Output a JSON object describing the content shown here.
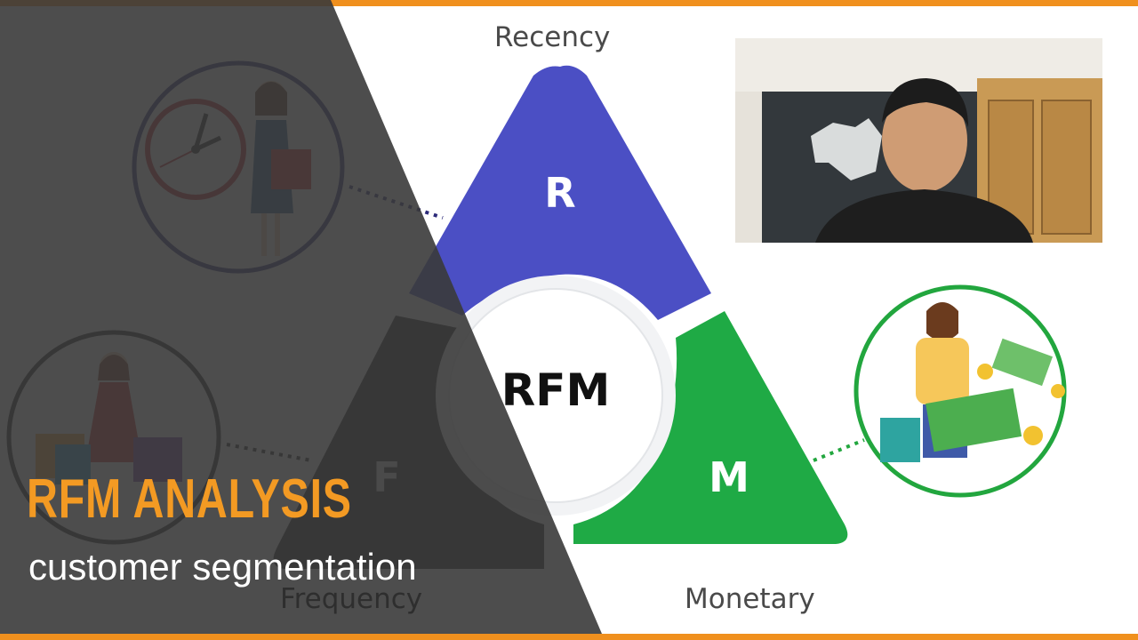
{
  "slide": {
    "segments": {
      "r": {
        "letter": "R",
        "label": "Recency",
        "color": "#4b4fc4"
      },
      "f": {
        "letter": "F",
        "label": "Frequency",
        "color": "#222222"
      },
      "m": {
        "letter": "M",
        "label": "Monetary",
        "color": "#1faa45"
      }
    },
    "center": "RFM",
    "accent_color": "#f0901e"
  },
  "overlay": {
    "title": "RFM ANALYSIS",
    "subtitle": "customer segmentation",
    "title_color": "#f39a23"
  },
  "illustrations": [
    {
      "name": "recency-shopper-clock-icon"
    },
    {
      "name": "frequency-shopper-bags-icon"
    },
    {
      "name": "monetary-man-money-icon"
    }
  ]
}
